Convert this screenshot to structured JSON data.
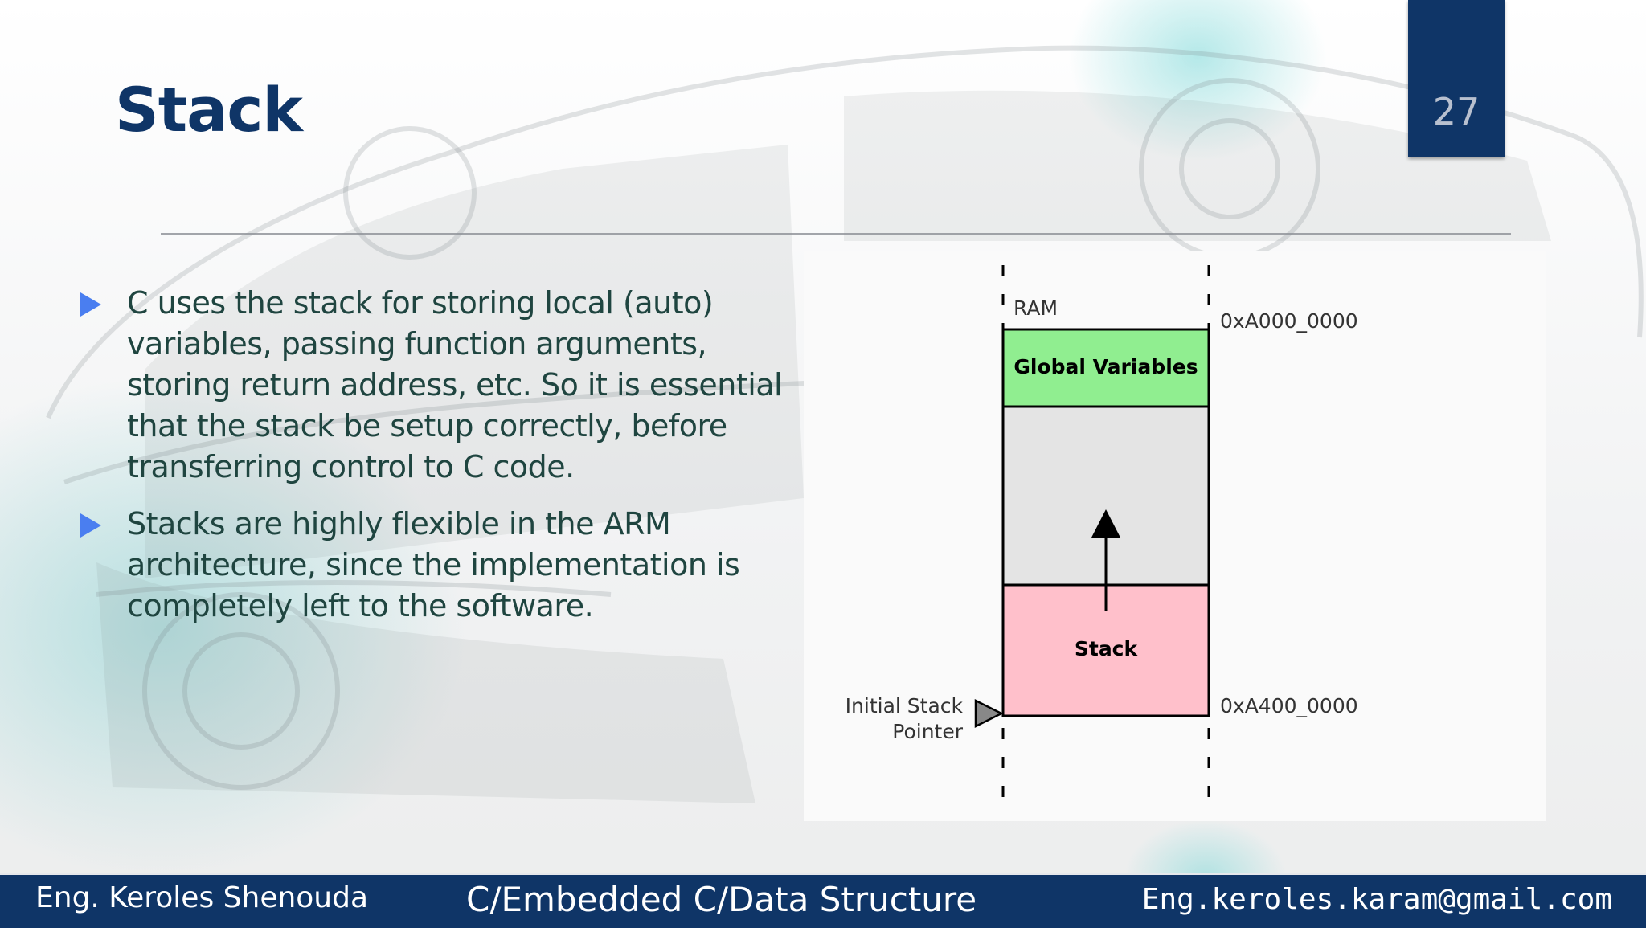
{
  "slide": {
    "title": "Stack",
    "page_number": "27",
    "bullets": [
      "C uses the stack for storing local (auto) variables, passing function arguments, storing return address, etc. So it is essential that the stack be setup correctly, before transferring control to C code.",
      "Stacks are highly flexible in the ARM architecture, since the implementation is completely left to the software."
    ]
  },
  "diagram": {
    "ram_label": "RAM",
    "top_address": "0xA000_0000",
    "bottom_address": "0xA400_0000",
    "global_label": "Global Variables",
    "stack_label": "Stack",
    "pointer_label_line1": "Initial Stack",
    "pointer_label_line2": "Pointer",
    "colors": {
      "global": "#90ee90",
      "free": "#e4e4e4",
      "stack": "#ffc0cb"
    }
  },
  "footer": {
    "author": "Eng. Keroles Shenouda",
    "course": "C/Embedded C/Data Structure",
    "email": "Eng.keroles.karam@gmail.com"
  },
  "theme": {
    "navy": "#0f3567",
    "bullet_color": "#4a7ef0"
  }
}
